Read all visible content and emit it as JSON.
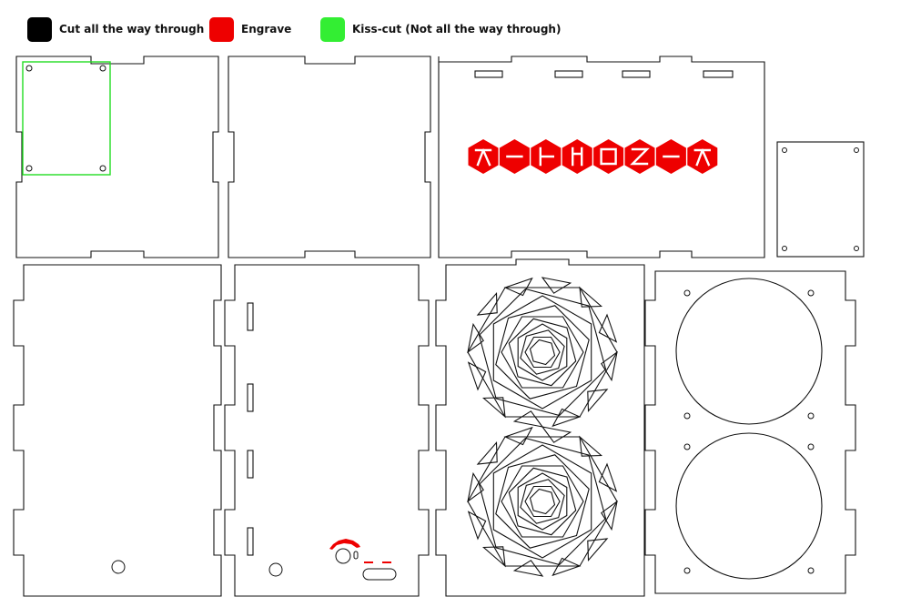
{
  "legend": {
    "items": [
      {
        "label": "Cut all the way through",
        "color": "#000000"
      },
      {
        "label": "Engrave",
        "color": "#ee0000"
      },
      {
        "label": "Kiss-cut (Not all the way through)",
        "color": "#33ee33"
      }
    ]
  },
  "colors": {
    "cut": "#111111",
    "engrave": "#ee0000",
    "kiss_cut": "#22dd22",
    "background": "#ffffff"
  }
}
